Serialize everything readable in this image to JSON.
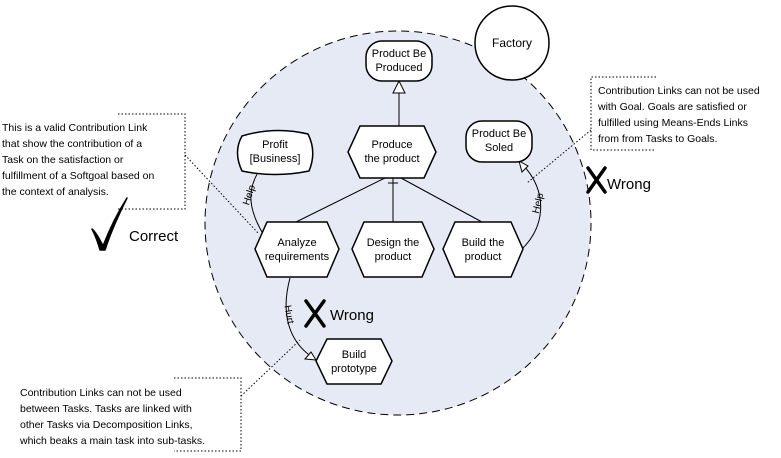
{
  "actor": {
    "name": "Factory"
  },
  "goals": {
    "product_produced": [
      "Product Be",
      "Produced"
    ],
    "product_soled": [
      "Product Be",
      "Soled"
    ]
  },
  "softgoals": {
    "profit": [
      "Profit",
      "[Business]"
    ]
  },
  "tasks": {
    "produce_product": [
      "Produce",
      "the product"
    ],
    "analyze_requirements": [
      "Analyze",
      "requirements"
    ],
    "design_product": [
      "Design the",
      "product"
    ],
    "build_product": [
      "Build the",
      "product"
    ],
    "build_prototype": [
      "Build",
      "prototype"
    ]
  },
  "links": {
    "help_left": "Help",
    "help_right": "Help",
    "hurt": "Hurt"
  },
  "marks": {
    "correct": "Correct",
    "wrong_right": "Wrong",
    "wrong_middle": "Wrong"
  },
  "notes": {
    "left": [
      "This is a valid Contribution Link",
      "that show the contribution of a",
      "Task on the satisfaction or",
      "fulfillment of a Softgoal based on",
      "the context of analysis."
    ],
    "right": [
      "Contribution Links can not be used",
      "with Goal. Goals are satisfied or",
      "fulfilled using Means-Ends Links",
      "from from Tasks to Goals."
    ],
    "bottom": [
      "Contribution Links can not be used",
      "between Tasks. Tasks are linked with",
      "other Tasks via Decomposition Links,",
      "which beaks a main task into sub-tasks."
    ]
  }
}
